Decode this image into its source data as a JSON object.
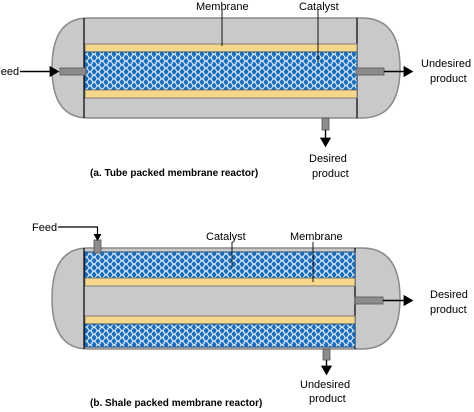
{
  "colors": {
    "vessel_fill": "#c9c9c9",
    "vessel_stroke": "#8a8a8a",
    "membrane": "#f6d78b",
    "catalyst": "#1f6fb8",
    "nozzle": "#8c8c8c"
  },
  "icons": [
    "catalyst-mesh-pattern",
    "arrow-right-icon",
    "arrow-down-icon"
  ],
  "reactor_a": {
    "label_membrane": "Membrane",
    "label_catalyst": "Catalyst",
    "label_feed": "Feed",
    "label_undesired_1": "Undesired",
    "label_undesired_2": "product",
    "label_desired_1": "Desired",
    "label_desired_2": "product",
    "caption": "(a. Tube packed membrane reactor)"
  },
  "reactor_b": {
    "label_feed": "Feed",
    "label_catalyst": "Catalyst",
    "label_membrane": "Membrane",
    "label_desired_1": "Desired",
    "label_desired_2": "product",
    "label_undesired_1": "Undesired",
    "label_undesired_2": "product",
    "caption": "(b. Shale packed membrane reactor)"
  }
}
